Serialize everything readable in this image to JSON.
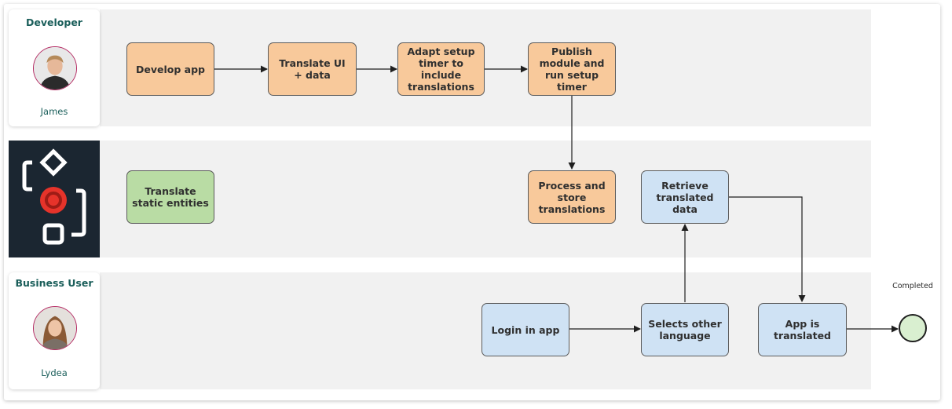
{
  "lanes": {
    "developer": {
      "title": "Developer",
      "name": "James"
    },
    "platform": {},
    "business_user": {
      "title": "Business User",
      "name": "Lydea"
    }
  },
  "tasks": {
    "develop_app": "Develop app",
    "translate_ui": "Translate UI + data",
    "adapt_timer": "Adapt setup timer to include translations",
    "publish_module": "Publish module and run setup timer",
    "translate_static": "Translate static entities",
    "process_store": "Process and store translations",
    "retrieve_data": "Retrieve translated data",
    "login": "Login in app",
    "select_language": "Selects other language",
    "app_translated": "App is translated"
  },
  "end_event": {
    "label": "Completed"
  },
  "colors": {
    "developer_tasks": "#f8c99b",
    "platform_static_task": "#b9dca4",
    "user_tasks": "#cfe2f4",
    "end_event_fill": "#d9efd0",
    "title_text": "#1a5e5a",
    "logo_red": "#e6332a"
  }
}
